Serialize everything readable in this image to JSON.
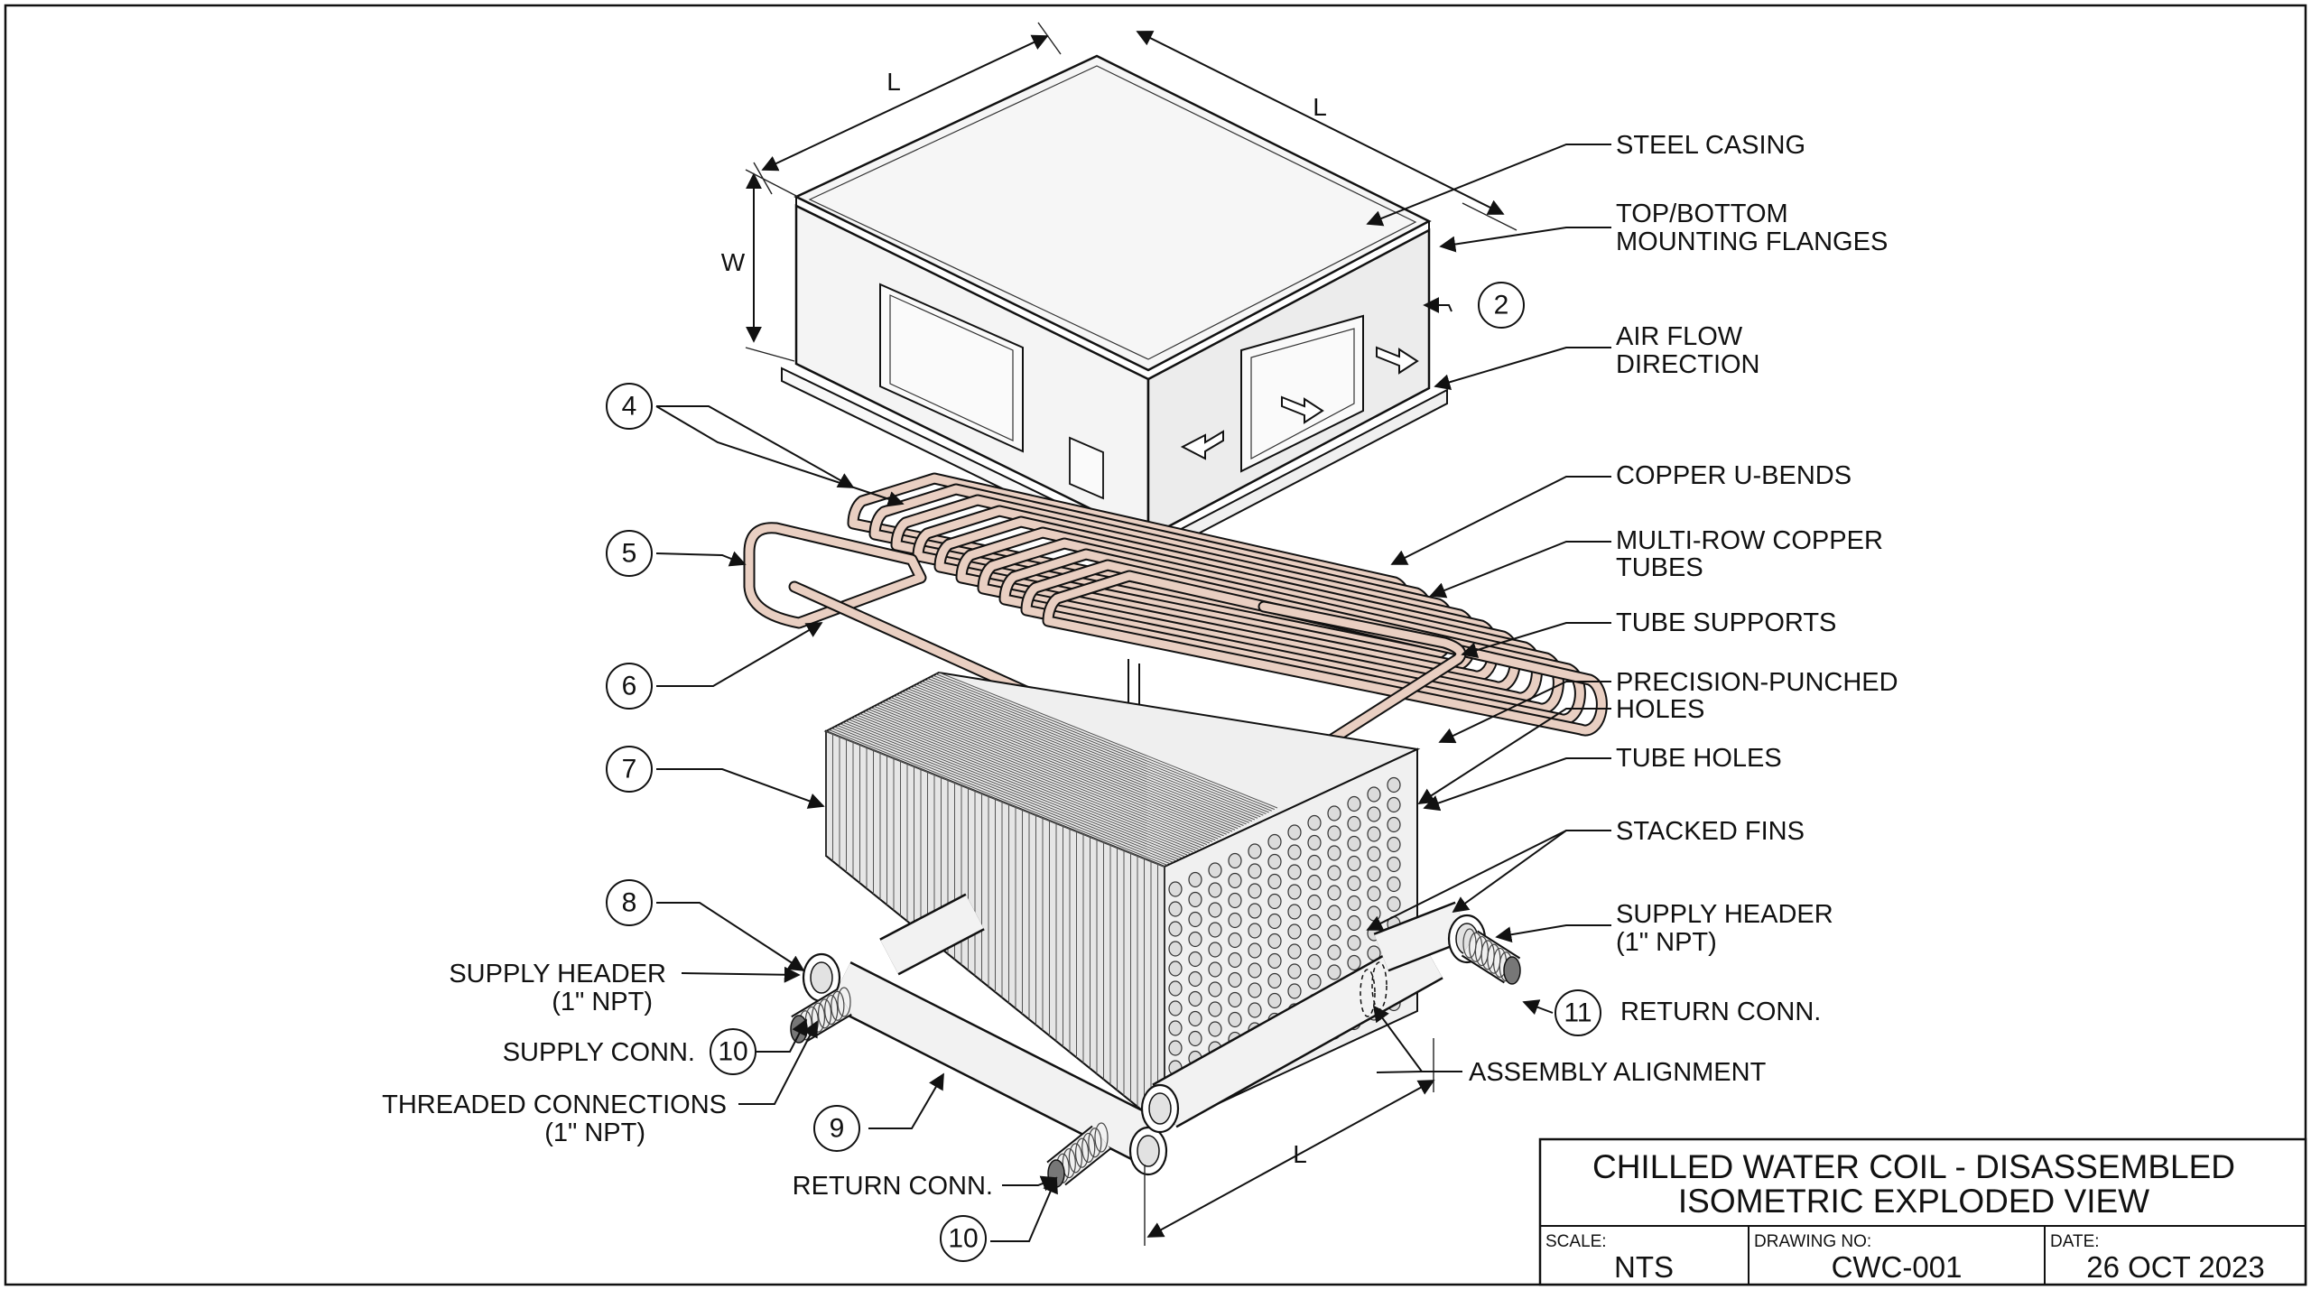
{
  "callouts": {
    "steel_casing": "STEEL CASING",
    "mounting_flanges_1": "TOP/BOTTOM",
    "mounting_flanges_2": "MOUNTING FLANGES",
    "air_flow_1": "AIR FLOW",
    "air_flow_2": "DIRECTION",
    "copper_u_bends": "COPPER U-BENDS",
    "copper_tubes_1": "MULTI-ROW COPPER",
    "copper_tubes_2": "TUBES",
    "tube_supports": "TUBE SUPPORTS",
    "punched_holes_1": "PRECISION-PUNCHED",
    "punched_holes_2": "HOLES",
    "tube_holes": "TUBE HOLES",
    "stacked_fins": "STACKED FINS",
    "supply_header_right_1": "SUPPLY HEADER",
    "supply_header_right_2": "(1\" NPT)",
    "return_conn_right": "RETURN CONN.",
    "assembly_alignment": "ASSEMBLY ALIGNMENT",
    "supply_header_left_1": "SUPPLY HEADER",
    "supply_header_left_2": "(1\" NPT)",
    "supply_conn": "SUPPLY CONN.",
    "threaded_conn_1": "THREADED CONNECTIONS",
    "threaded_conn_2": "(1\" NPT)",
    "return_conn_left": "RETURN CONN."
  },
  "item_numbers": {
    "n2": "2",
    "n4": "4",
    "n5": "5",
    "n6": "6",
    "n7": "7",
    "n8": "8",
    "n9": "9",
    "n10a": "10",
    "n10b": "10",
    "n11": "11"
  },
  "dimensions": {
    "top_left_length": "L",
    "top_right_length": "L",
    "height": "W",
    "header_length": "L"
  },
  "title_block": {
    "title_line1": "CHILLED WATER COIL - DISASSEMBLED",
    "title_line2": "ISOMETRIC EXPLODED VIEW",
    "scale_label": "SCALE:",
    "scale_value": "NTS",
    "drawing_no_label": "DRAWING NO:",
    "drawing_no_value": "CWC-001",
    "date_label": "DATE:",
    "date_value": "26 OCT 2023"
  },
  "colors": {
    "line": "#111111",
    "copper_fill": "#e9cfc2",
    "casing_fill": "#f6f6f6",
    "fin_fill": "#eeeeee",
    "header_fill": "#f2f2f2"
  }
}
